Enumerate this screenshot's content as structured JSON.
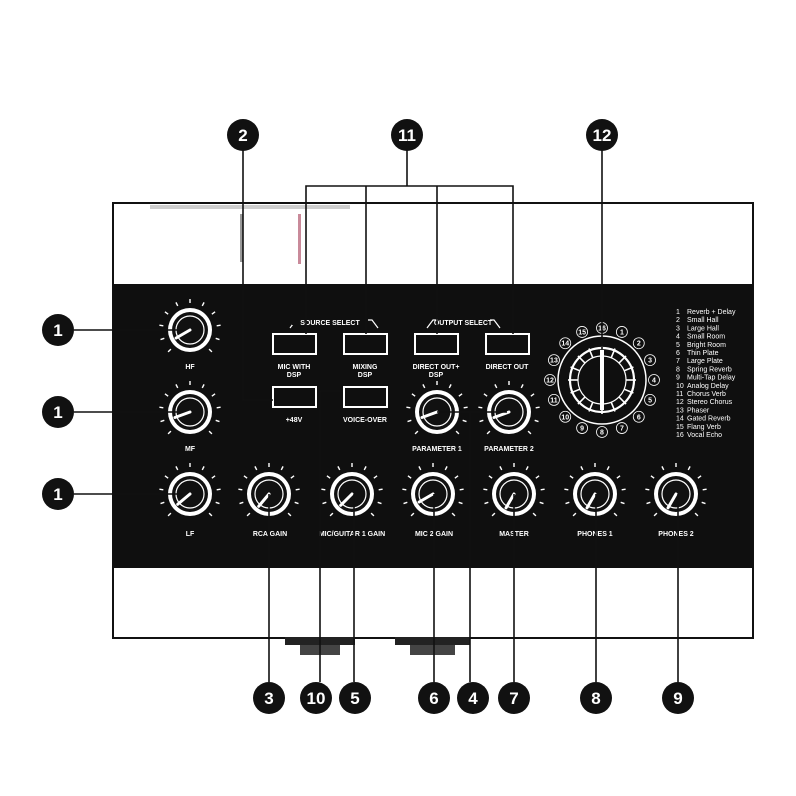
{
  "panel": {
    "source_select_title": "SOURCE SELECT",
    "output_select_title": "OUTPUT SELECT",
    "buttons": {
      "mic_with_dsp": [
        "MIC WITH",
        "DSP"
      ],
      "mixing_dsp": [
        "MIXING",
        "DSP"
      ],
      "direct_out_dsp": [
        "DIRECT OUT+",
        "DSP"
      ],
      "direct_out": [
        "DIRECT OUT"
      ],
      "phantom": "+48V",
      "voice_over": "VOICE-OVER"
    },
    "knobs": {
      "hf": "HF",
      "mf": "MF",
      "lf": "LF",
      "rca_gain": "RCA GAIN",
      "mic_guitar_gain": "MIC/GUITAR 1 GAIN",
      "mic2_gain": "MIC 2 GAIN",
      "master": "MASTER",
      "phones1": "PHONES 1",
      "phones2": "PHONES 2",
      "parameter1": "PARAMETER 1",
      "parameter2": "PARAMETER 2"
    },
    "effects": [
      {
        "num": "1",
        "name": "Reverb + Delay"
      },
      {
        "num": "2",
        "name": "Small Hall"
      },
      {
        "num": "3",
        "name": "Large Hall"
      },
      {
        "num": "4",
        "name": "Small Room"
      },
      {
        "num": "5",
        "name": "Bright Room"
      },
      {
        "num": "6",
        "name": "Thin Plate"
      },
      {
        "num": "7",
        "name": "Large Plate"
      },
      {
        "num": "8",
        "name": "Spring Reverb"
      },
      {
        "num": "9",
        "name": "Multi-Tap Delay"
      },
      {
        "num": "10",
        "name": "Analog Delay"
      },
      {
        "num": "11",
        "name": "Chorus Verb"
      },
      {
        "num": "12",
        "name": "Stereo Chorus"
      },
      {
        "num": "13",
        "name": "Phaser"
      },
      {
        "num": "14",
        "name": "Gated Reverb"
      },
      {
        "num": "15",
        "name": "Flang Verb"
      },
      {
        "num": "16",
        "name": "Vocal Echo"
      }
    ],
    "ring_numbers": [
      "1",
      "2",
      "3",
      "4",
      "5",
      "6",
      "7",
      "8",
      "9",
      "10",
      "11",
      "12",
      "13",
      "14",
      "15",
      "16"
    ]
  },
  "callouts": {
    "c1a": "1",
    "c1b": "1",
    "c1c": "1",
    "c2": "2",
    "c3": "3",
    "c4": "4",
    "c5": "5",
    "c6": "6",
    "c7": "7",
    "c8": "8",
    "c9": "9",
    "c10": "10",
    "c11": "11",
    "c12": "12"
  },
  "colors": {
    "panel": "#0f0f0f",
    "housing": "#ffffff",
    "line": "#ffffff",
    "callout_fill": "#111111"
  }
}
